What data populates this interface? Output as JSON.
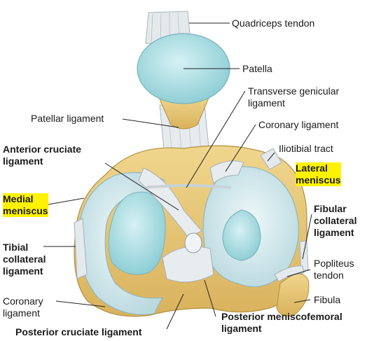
{
  "labels": {
    "quadriceps_tendon": "Quadriceps tendon",
    "patella": "Patella",
    "transverse_genicular_ligament": [
      "Transverse genicular",
      "ligament"
    ],
    "patellar_ligament": "Patellar ligament",
    "coronary_ligament_top": "Coronary ligament",
    "iliotibial_tract": "Iliotibial tract",
    "anterior_cruciate_ligament": [
      "Anterior cruciate",
      "ligament"
    ],
    "lateral_meniscus": [
      "Lateral",
      "meniscus"
    ],
    "medial_meniscus": [
      "Medial",
      "meniscus"
    ],
    "fibular_collateral_ligament": [
      "Fibular",
      "collateral",
      "ligament"
    ],
    "tibial_collateral_ligament": [
      "Tibial",
      "collateral",
      "ligament"
    ],
    "popliteus_tendon": [
      "Popliteus",
      "tendon"
    ],
    "coronary_ligament_bottom": [
      "Coronary",
      "ligament"
    ],
    "fibula": "Fibula",
    "posterior_cruciate_ligament": "Posterior cruciate ligament",
    "posterior_meniscofemoral_ligament": [
      "Posterior meniscofemoral",
      "ligament"
    ]
  },
  "colors": {
    "cartilage": "#bfe3e6",
    "meniscus": "#d8edf0",
    "ligament": "#e6ebee",
    "bone": "#e8c878",
    "highlight": "#fff200",
    "leader": "#222222"
  }
}
